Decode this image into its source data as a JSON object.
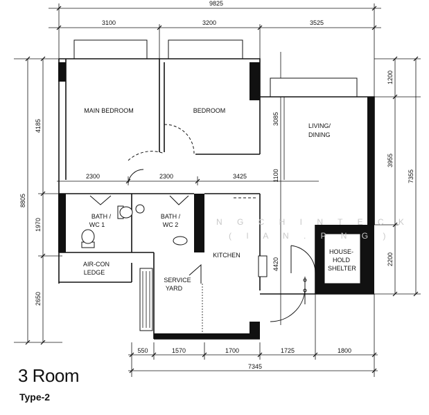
{
  "title": "3 Room",
  "subtitle": "Type-2",
  "watermark": [
    "N G   C H I N   T E C K",
    "( I A N . P N G )"
  ],
  "dimensions": {
    "top_total": "9825",
    "top_segments": [
      "3100",
      "3200",
      "3525"
    ],
    "bottom_total": "7345",
    "bottom_segments": [
      "550",
      "1570",
      "1700",
      "1725",
      "1800"
    ],
    "left_total": "8805",
    "left_segments": [
      "4185",
      "1970",
      "2650"
    ],
    "right_total": "7355",
    "right_segments": [
      "1200",
      "3955",
      "2200"
    ],
    "mid_row": [
      "2300",
      "2300",
      "3425"
    ],
    "inner": [
      "3085",
      "1100",
      "4420"
    ]
  },
  "rooms": {
    "main_bedroom": "MAIN BEDROOM",
    "bedroom": "BEDROOM",
    "living_1": "LIVING/",
    "living_2": "DINING",
    "bath1_1": "BATH /",
    "bath1_2": "WC 1",
    "bath2_1": "BATH /",
    "bath2_2": "WC 2",
    "kitchen": "KITCHEN",
    "aircon_1": "AIR-CON",
    "aircon_2": "LEDGE",
    "service_1": "SERVICE",
    "service_2": "YARD",
    "shelter_1": "HOUSE-",
    "shelter_2": "HOLD",
    "shelter_3": "SHELTER"
  }
}
